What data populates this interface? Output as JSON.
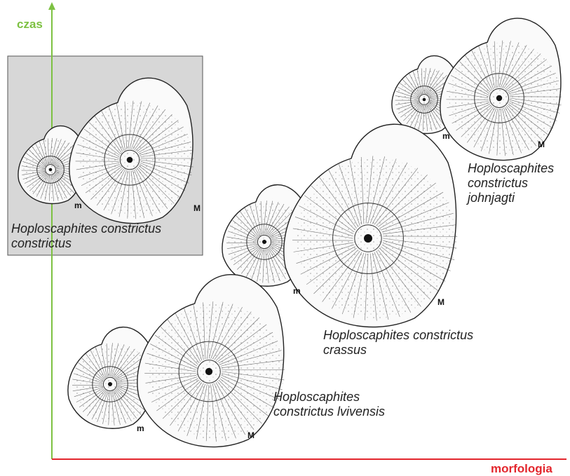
{
  "colors": {
    "time_axis": "#7dc142",
    "morphology_axis": "#e3262d",
    "highlight_box": "#d7d7d7"
  },
  "axes": {
    "time_label": "czas",
    "morphology_label": "morfologia"
  },
  "labels": {
    "micro": "m",
    "macro": "M"
  },
  "taxa": [
    {
      "id": "constrictus",
      "lines": [
        "Hoploscaphites constrictus",
        "constrictus"
      ],
      "highlighted": true
    },
    {
      "id": "johnjagti",
      "lines": [
        "Hoploscaphites",
        "constrictus",
        "johnjagti"
      ],
      "highlighted": false
    },
    {
      "id": "crassus",
      "lines": [
        "Hoploscaphites constrictus",
        "crassus"
      ],
      "highlighted": false
    },
    {
      "id": "lvivensis",
      "lines": [
        "Hoploscaphites",
        "constrictus lvivensis"
      ],
      "highlighted": false
    }
  ]
}
